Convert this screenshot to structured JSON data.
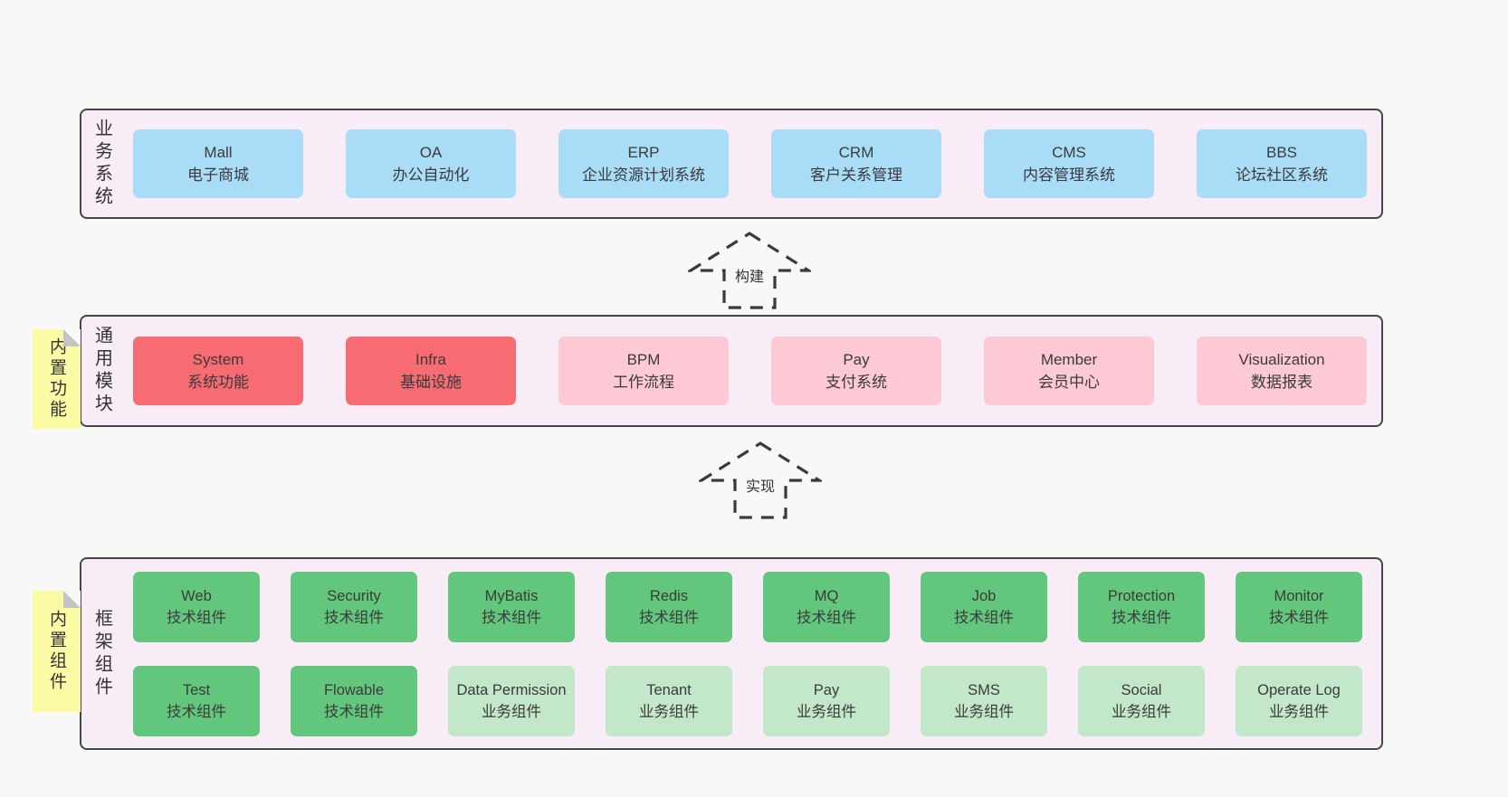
{
  "palette": {
    "page_bg": "#f8f8f8",
    "layer_bg": "#f8edf6",
    "layer_border": "#464646",
    "box_blue": "#a9dcf7",
    "box_red": "#f76b72",
    "box_pink": "#fcc9d4",
    "box_green": "#63c67d",
    "box_light_green": "#c2e7c9",
    "sticky_yellow": "#fbfba5",
    "sticky_fold_gray": "#c4c4c4",
    "text": "#3b3b3b"
  },
  "layers": {
    "business": {
      "label": "业务系统",
      "boxes": [
        {
          "name": "Mall",
          "desc": "电子商城"
        },
        {
          "name": "OA",
          "desc": "办公自动化"
        },
        {
          "name": "ERP",
          "desc": "企业资源计划系统"
        },
        {
          "name": "CRM",
          "desc": "客户关系管理"
        },
        {
          "name": "CMS",
          "desc": "内容管理系统"
        },
        {
          "name": "BBS",
          "desc": "论坛社区系统"
        }
      ]
    },
    "modules": {
      "label": "通用模块",
      "sticky": "内置功能",
      "boxes": [
        {
          "name": "System",
          "desc": "系统功能"
        },
        {
          "name": "Infra",
          "desc": "基础设施"
        },
        {
          "name": "BPM",
          "desc": "工作流程"
        },
        {
          "name": "Pay",
          "desc": "支付系统"
        },
        {
          "name": "Member",
          "desc": "会员中心"
        },
        {
          "name": "Visualization",
          "desc": "数据报表"
        }
      ]
    },
    "components": {
      "label": "框架组件",
      "sticky": "内置组件",
      "row1": [
        {
          "name": "Web",
          "desc": "技术组件"
        },
        {
          "name": "Security",
          "desc": "技术组件"
        },
        {
          "name": "MyBatis",
          "desc": "技术组件"
        },
        {
          "name": "Redis",
          "desc": "技术组件"
        },
        {
          "name": "MQ",
          "desc": "技术组件"
        },
        {
          "name": "Job",
          "desc": "技术组件"
        },
        {
          "name": "Protection",
          "desc": "技术组件"
        },
        {
          "name": "Monitor",
          "desc": "技术组件"
        }
      ],
      "row2": [
        {
          "name": "Test",
          "desc": "技术组件"
        },
        {
          "name": "Flowable",
          "desc": "技术组件"
        },
        {
          "name": "Data Permission",
          "desc": "业务组件"
        },
        {
          "name": "Tenant",
          "desc": "业务组件"
        },
        {
          "name": "Pay",
          "desc": "业务组件"
        },
        {
          "name": "SMS",
          "desc": "业务组件"
        },
        {
          "name": "Social",
          "desc": "业务组件"
        },
        {
          "name": "Operate Log",
          "desc": "业务组件"
        }
      ]
    }
  },
  "arrows": {
    "build": {
      "label": "构建"
    },
    "implement": {
      "label": "实现"
    }
  }
}
